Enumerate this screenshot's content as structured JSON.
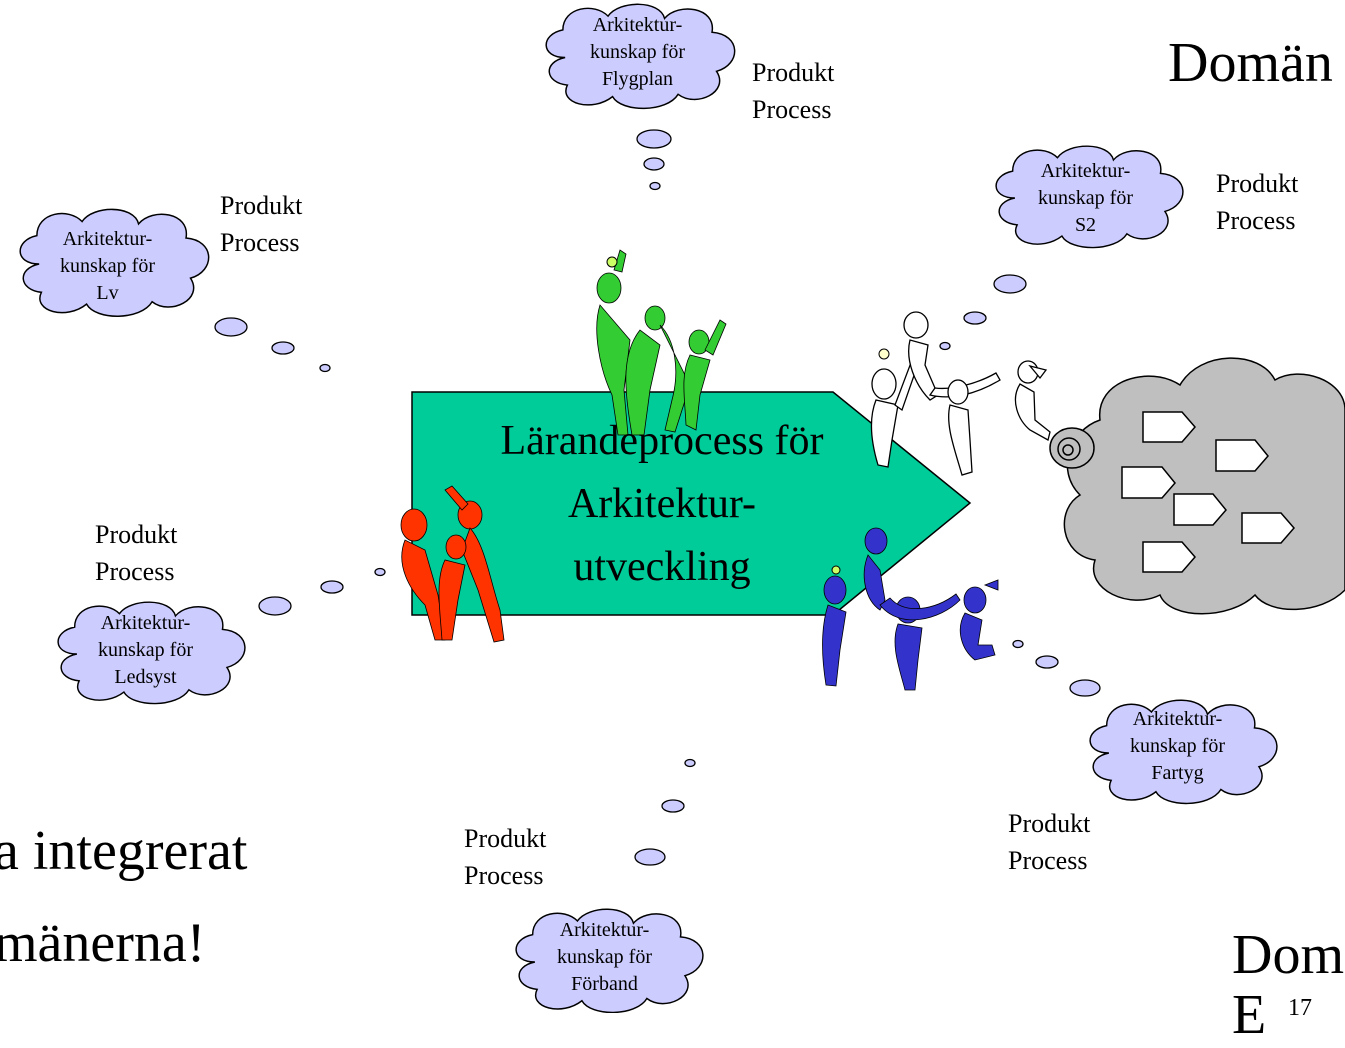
{
  "colors": {
    "cloud_fill": "#ccccff",
    "arrow_fill": "#00cc99",
    "gray_cloud_fill": "#bfbfbf",
    "green_people": "#33cc33",
    "red_people": "#ff3300",
    "blue_people": "#3333cc"
  },
  "central_arrow": {
    "line1": "Lärandeprocess för",
    "line2": "Arkitektur-",
    "line3": "utveckling"
  },
  "clouds": [
    {
      "line1": "Arkitektur-",
      "line2": "kunskap för",
      "line3": "Flygplan",
      "pp1": "Produkt",
      "pp2": "Process"
    },
    {
      "line1": "Arkitektur-",
      "line2": "kunskap för",
      "line3": "S2",
      "pp1": "Produkt",
      "pp2": "Process"
    },
    {
      "line1": "Arkitektur-",
      "line2": "kunskap för",
      "line3": "Lv",
      "pp1": "Produkt",
      "pp2": "Process"
    },
    {
      "line1": "Arkitektur-",
      "line2": "kunskap för",
      "line3": "Ledsyst",
      "pp1": "Produkt",
      "pp2": "Process"
    },
    {
      "line1": "Arkitektur-",
      "line2": "kunskap för",
      "line3": "Fartyg",
      "pp1": "Produkt",
      "pp2": "Process"
    },
    {
      "line1": "Arkitektur-",
      "line2": "kunskap för",
      "line3": "Förband",
      "pp1": "Produkt",
      "pp2": "Process"
    }
  ],
  "big_text": {
    "top_right": "Domän",
    "bottom_left_1": "a integrerat",
    "bottom_left_2": "mänerna!",
    "bottom_right": "Dom",
    "bottom_right_partial": "E",
    "page_number": "17"
  }
}
